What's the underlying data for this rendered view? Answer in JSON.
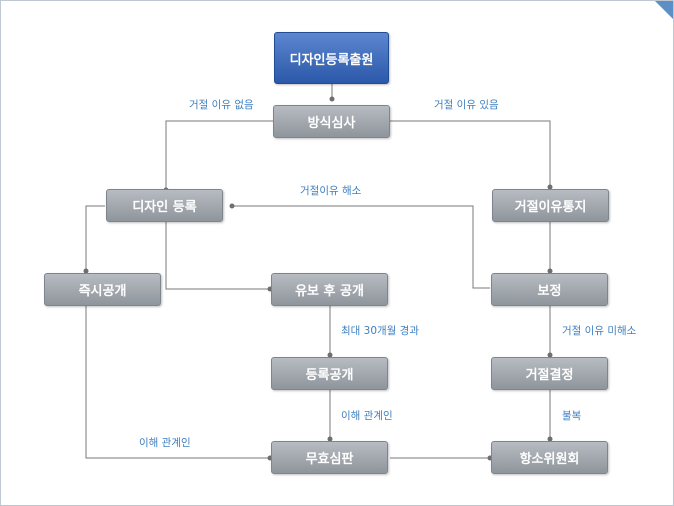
{
  "nodes": {
    "application": "디자인등록출원",
    "examination": "방식심사",
    "registration": "디자인 등록",
    "refusal_notice": "거절이유통지",
    "immediate_publication": "즉시공개",
    "deferred_publication": "유보 후 공개",
    "amendment": "보정",
    "registration_publication": "등록공개",
    "refusal_decision": "거절결정",
    "invalidation_trial": "무효심판",
    "appeal_committee": "항소위원회"
  },
  "labels": {
    "no_refusal_reason": "거절 이유 없음",
    "has_refusal_reason": "거절 이유 있음",
    "refusal_resolved": "거절이유 해소",
    "refusal_unresolved": "거절 이유 미해소",
    "max_30_months": "최대 30개월 경과",
    "interested_party_1": "이해 관계인",
    "interested_party_2": "이해 관계인",
    "objection": "불복"
  },
  "colors": {
    "primary_node": "#2b58a9",
    "secondary_node": "#9aa0a7",
    "label_text": "#3f7fc0",
    "connector": "#7a7a7a",
    "corner_accent": "#5b8fc5"
  }
}
